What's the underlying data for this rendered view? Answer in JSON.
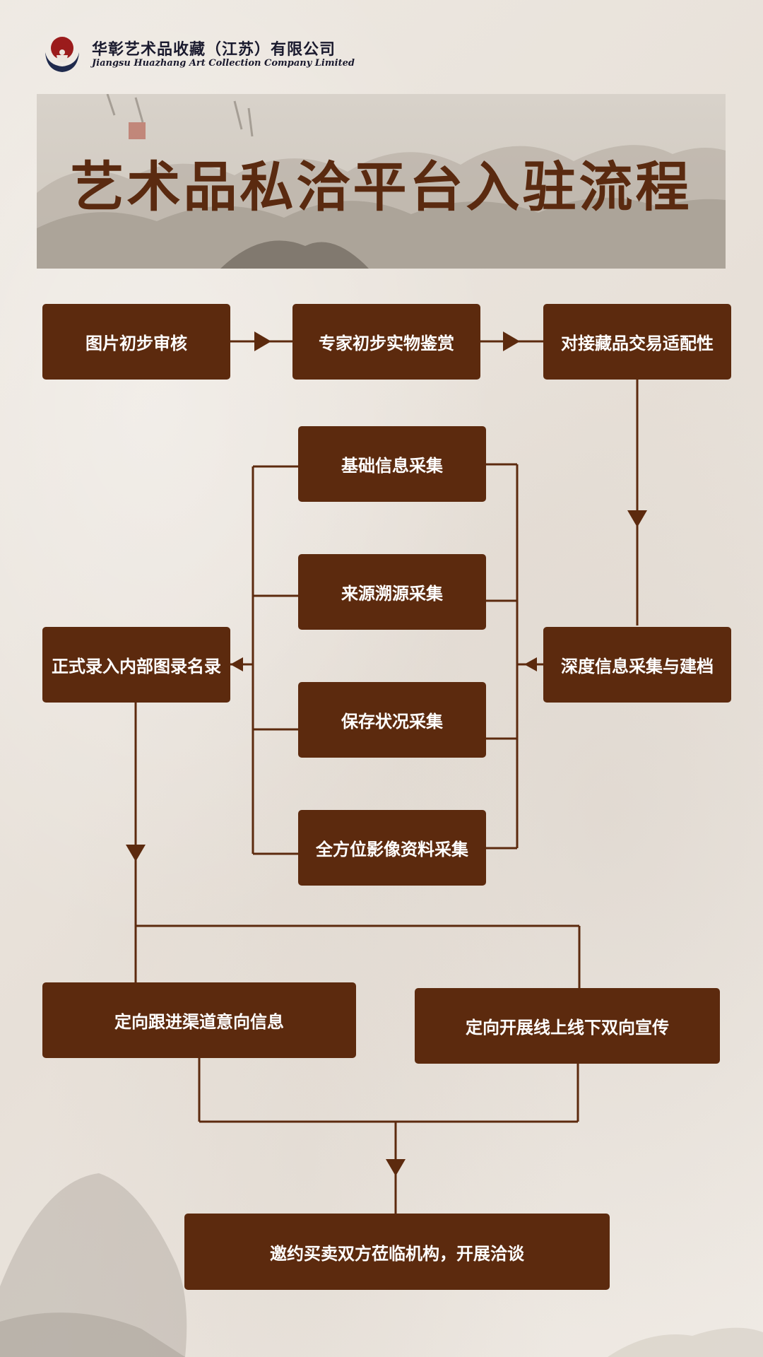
{
  "header": {
    "company_cn": "华彰艺术品收藏（江苏）有限公司",
    "company_en": "Jiangsu Huazhang Art Collection Company Limited"
  },
  "banner": {
    "title": "艺术品私洽平台入驻流程"
  },
  "steps": {
    "step1": "图片初步审核",
    "step2": "专家初步实物鉴赏",
    "step3": "对接藏品交易适配性",
    "step4": "深度信息采集与建档",
    "sub1": "基础信息采集",
    "sub2": "来源溯源采集",
    "sub3": "保存状况采集",
    "sub4": "全方位影像资料采集",
    "step5": "正式录入内部图录名录",
    "step6a": "定向跟进渠道意向信息",
    "step6b": "定向开展线上线下双向宣传",
    "step7": "邀约买卖双方莅临机构，开展洽谈"
  },
  "colors": {
    "node": "#5c2a0e",
    "line": "#5c2a0e",
    "title": "#5a2a10",
    "background": "#ece6df"
  }
}
